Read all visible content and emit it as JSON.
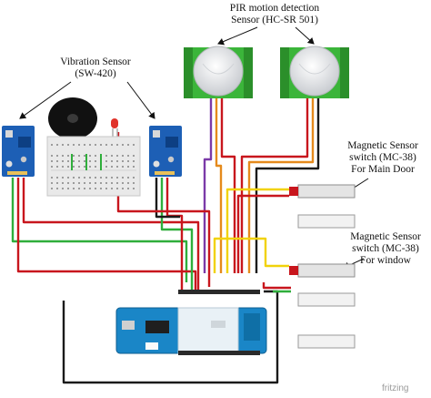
{
  "labels": {
    "vibration": [
      "Vibration Sensor",
      "(SW-420)"
    ],
    "pir": [
      "PIR motion detection",
      "Sensor (HC-SR 501)"
    ],
    "mag_door": [
      "Magnetic Sensor",
      "switch (MC-38)",
      "For Main Door"
    ],
    "mag_window": [
      "Magnetic Sensor",
      "switch (MC-38)",
      "For window"
    ]
  },
  "brand": "fritzing",
  "colors": {
    "wire_red": "#c8161d",
    "wire_black": "#1a1a1a",
    "wire_green": "#2fae3b",
    "wire_yellow": "#f1d20a",
    "wire_purple": "#7b3aa8",
    "wire_orange": "#e58a1c",
    "sensor_board": "#1d5fb5",
    "pir_board": "#3bb53a",
    "arduino_board": "#1a86c7"
  },
  "icons": [
    "buzzer-icon",
    "led-icon",
    "breadboard-icon",
    "arduino-mkr-board",
    "reed-switch-icon"
  ]
}
